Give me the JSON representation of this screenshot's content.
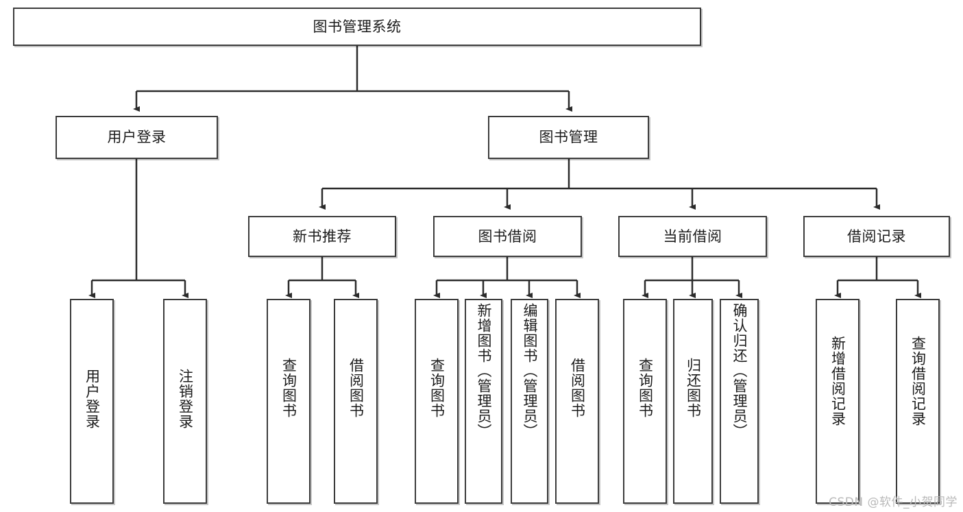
{
  "diagram": {
    "type": "tree-hierarchy-chart",
    "title": "图书管理系统",
    "watermark": "CSDN @软件_小贺同学",
    "colors": {
      "background": "#ffffff",
      "node_border": "#3b3b3b",
      "node_fill": "#ffffff",
      "edge": "#2b2b2b",
      "text": "#1b1b1b",
      "watermark": "#b9b9b9"
    },
    "root": {
      "label": "图书管理系统"
    },
    "level2": [
      {
        "label": "用户登录"
      },
      {
        "label": "图书管理"
      }
    ],
    "level3": [
      {
        "label": "新书推荐"
      },
      {
        "label": "图书借阅"
      },
      {
        "label": "当前借阅"
      },
      {
        "label": "借阅记录"
      }
    ],
    "leaves": {
      "user_login": [
        {
          "label": "用户登录"
        },
        {
          "label": "注销登录"
        }
      ],
      "new_book_recommend": [
        {
          "label": "查询图书"
        },
        {
          "label": "借阅图书"
        }
      ],
      "book_borrow": [
        {
          "label": "查询图书"
        },
        {
          "label": "新增图书（管理员）"
        },
        {
          "label": "编辑图书（管理员）"
        },
        {
          "label": "借阅图书"
        }
      ],
      "current_borrow": [
        {
          "label": "查询图书"
        },
        {
          "label": "归还图书"
        },
        {
          "label": "确认归还（管理员）"
        }
      ],
      "borrow_record": [
        {
          "label": "新增借阅记录"
        },
        {
          "label": "查询借阅记录"
        }
      ]
    }
  }
}
